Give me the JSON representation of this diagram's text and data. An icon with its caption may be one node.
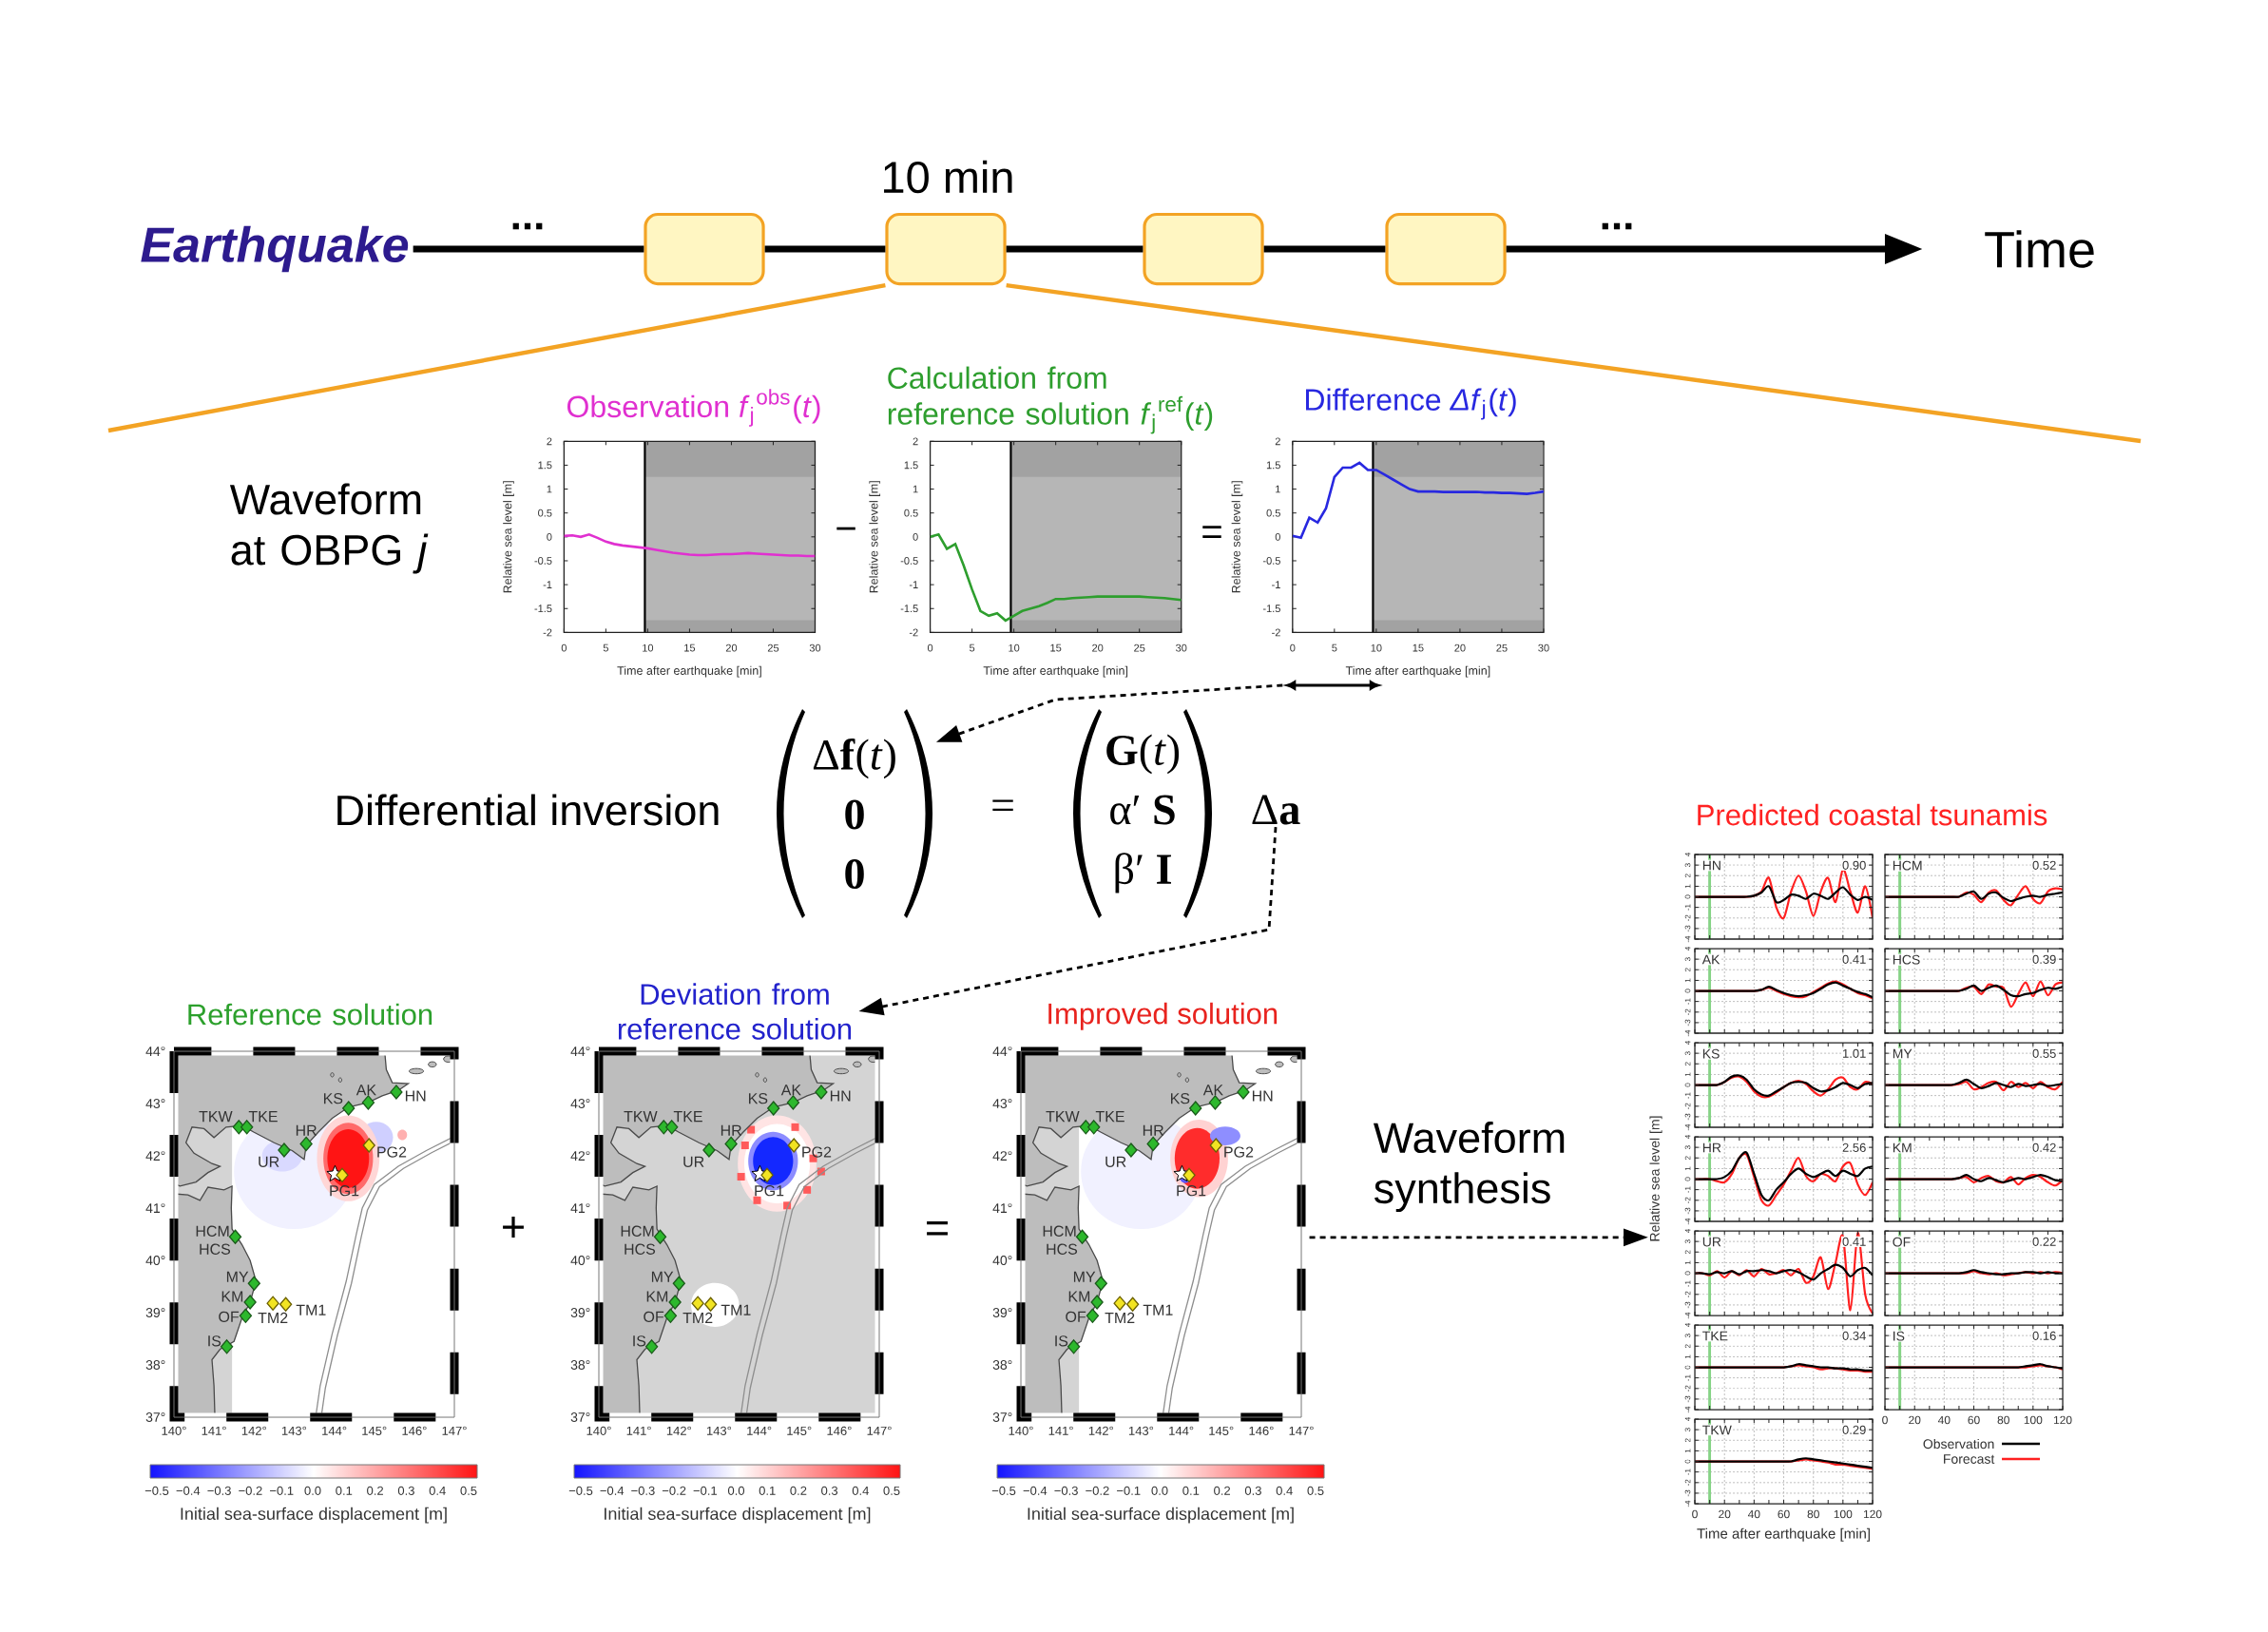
{
  "diagram": {
    "nodes": [
      {
        "text": [
          "Earthquake"
        ]
      },
      {
        "text": [],
        "shape": "box"
      },
      {
        "text": [],
        "shape": "box",
        "beside": [
          "10 min"
        ]
      },
      {
        "text": [],
        "shape": "box"
      },
      {
        "text": [],
        "shape": "box"
      },
      {
        "text": [
          "Time"
        ]
      },
      {
        "text": [],
        "shape": "arrow"
      },
      {
        "text": [
          "Δ**f**(*t*)",
          "0",
          "0"
        ]
      },
      {
        "text": [
          "**G**(*t*)",
          "α′ **S**",
          "β′ **I**"
        ]
      },
      {
        "text": [
          "Δ**a**"
        ]
      },
      {
        "text": [
          "Reference solution"
        ]
      },
      {
        "text": [
          "Deviation from reference solution"
        ]
      },
      {
        "text": [
          "Improved solution"
        ]
      },
      {
        "text": [
          "Predicted coastal tsunamis"
        ]
      }
    ],
    "edges": [
      {
        "from": 0,
        "to": 1,
        "arrow": "none"
      },
      {
        "from": 1,
        "to": 2,
        "arrow": "none"
      },
      {
        "from": 2,
        "to": 3,
        "arrow": "none"
      },
      {
        "from": 3,
        "to": 4,
        "arrow": "none"
      },
      {
        "from": 4,
        "to": 5,
        "arrow": "to"
      },
      {
        "from": 6,
        "to": 7,
        "arrow": "to",
        "style": "dashed"
      },
      {
        "from": 9,
        "to": 11,
        "arrow": "to",
        "style": "dashed"
      },
      {
        "from": 12,
        "to": 13,
        "arrow": "to",
        "style": "dashed",
        "label": "Waveform synthesis"
      },
      {
        "from": 2,
        "to": null,
        "arrow": "none",
        "color": "#f3a324"
      },
      {
        "from": 2,
        "to": null,
        "arrow": "none",
        "color": "#f3a324"
      }
    ],
    "labels": [
      "...",
      "...",
      "Waveform at OBPG *j*",
      "−",
      "=",
      "Differential inversion",
      "=",
      "44°",
      "43°",
      "42°",
      "41°",
      "40°",
      "39°",
      "38°",
      "37°",
      "HN",
      "AK",
      "KS",
      "TKW",
      "TKE",
      "HR",
      "UR",
      "PG2",
      "PG1",
      "HCM",
      "HCS",
      "MY",
      "KM",
      "TM1",
      "OF",
      "TM2",
      "IS",
      "140°",
      "141°",
      "142°",
      "143°",
      "144°",
      "145°",
      "146°",
      "147°",
      "−0.5",
      "−0.4",
      "−0.3",
      "−0.2",
      "−0.1",
      "0.0",
      "0.1",
      "0.2",
      "0.3",
      "0.4",
      "0.5",
      "Initial sea-surface displacement [m]",
      "+",
      "44°",
      "43°",
      "42°",
      "41°",
      "40°",
      "39°",
      "38°",
      "37°",
      "HN",
      "AK",
      "KS",
      "TKW",
      "TKE",
      "HR",
      "UR",
      "PG2",
      "PG1",
      "HCM",
      "HCS",
      "MY",
      "KM",
      "TM1",
      "OF",
      "TM2",
      "IS",
      "140°",
      "141°",
      "142°",
      "143°",
      "144°",
      "145°",
      "146°",
      "147°",
      "−0.5",
      "−0.4",
      "−0.3",
      "−0.2",
      "−0.1",
      "0.0",
      "0.1",
      "0.2",
      "0.3",
      "0.4",
      "0.5",
      "Initial sea-surface displacement [m]",
      "=",
      "44°",
      "43°",
      "42°",
      "41°",
      "40°",
      "39°",
      "38°",
      "37°",
      "HN",
      "AK",
      "KS",
      "TKW",
      "TKE",
      "HR",
      "UR",
      "PG2",
      "PG1",
      "HCM",
      "HCS",
      "MY",
      "KM",
      "TM1",
      "OF",
      "TM2",
      "IS",
      "140°",
      "141°",
      "142°",
      "143°",
      "144°",
      "145°",
      "146°",
      "147°",
      "−0.5",
      "−0.4",
      "−0.3",
      "−0.2",
      "−0.1",
      "0.0",
      "0.1",
      "0.2",
      "0.3",
      "0.4",
      "0.5",
      "Initial sea-surface displacement [m]",
      "Relative sea level [m]",
      "HN",
      "0.90",
      "HCM",
      "0.52",
      "AK",
      "0.41",
      "HCS",
      "0.39",
      "KS",
      "1.01",
      "MY",
      "0.55",
      "HR",
      "2.56",
      "KM",
      "0.42",
      "UR",
      "0.41",
      "OF",
      "0.22",
      "TKE",
      "0.34",
      "IS",
      "0.16",
      "TKW",
      "0.29",
      "-4",
      "-3",
      "-2",
      "-1",
      "0",
      "1",
      "2",
      "3",
      "4",
      "-4",
      "-3",
      "-2",
      "-1",
      "0",
      "1",
      "2",
      "3",
      "4",
      "-4",
      "-3",
      "-2",
      "-1",
      "0",
      "1",
      "2",
      "3",
      "4",
      "-4",
      "-3",
      "-2",
      "-1",
      "0",
      "1",
      "2",
      "3",
      "4",
      "-4",
      "-3",
      "-2",
      "-1",
      "0",
      "1",
      "2",
      "3",
      "4",
      "-4",
      "-3",
      "-2",
      "-1",
      "0",
      "1",
      "2",
      "3",
      "4",
      "-4",
      "-3",
      "-2",
      "-1",
      "0",
      "1",
      "2",
      "3",
      "4",
      "0",
      "20",
      "40",
      "60",
      "80",
      "100",
      "120",
      "0",
      "20",
      "40",
      "60",
      "80",
      "100",
      "120",
      "Time after earthquake [min]"
    ],
    "legend": [
      {
        "text": "Observation"
      },
      {
        "text": "Forecast"
      }
    ],
    "chart_data": [
      {
        "type": "line",
        "title": "Observation *f*$_{j}$$^{obs}$(*t*)",
        "xlabel": "Time after earthquake [min]",
        "ylabel": "Relative sea level [m]",
        "x": [
          0,
          1,
          2,
          3,
          4,
          5,
          6,
          7,
          8,
          9,
          10,
          11,
          12,
          13,
          14,
          15,
          16,
          17,
          18,
          19,
          20,
          21,
          22,
          23,
          24,
          25,
          26,
          27,
          28,
          29,
          30
        ],
        "series": [
          {
            "color": "#e030d0",
            "values": [
              0.02,
              0.03,
              0.0,
              0.05,
              -0.02,
              -0.1,
              -0.15,
              -0.18,
              -0.2,
              -0.22,
              -0.24,
              -0.27,
              -0.3,
              -0.33,
              -0.35,
              -0.37,
              -0.38,
              -0.38,
              -0.37,
              -0.36,
              -0.36,
              -0.35,
              -0.34,
              -0.35,
              -0.36,
              -0.37,
              -0.38,
              -0.39,
              -0.39,
              -0.4,
              -0.4
            ]
          }
        ],
        "xlim": [
          0,
          30
        ],
        "ylim": [
          -2,
          2
        ],
        "xticks": [
          0,
          5,
          10,
          15,
          20,
          25,
          30
        ],
        "yticks": [
          -2,
          -1.5,
          -1,
          -0.5,
          0,
          0.5,
          1,
          1.5,
          2
        ]
      },
      {
        "type": "line",
        "title": "Calculation from reference solution *f*$_{j}$$^{ref}$(*t*)",
        "xlabel": "Time after earthquake [min]",
        "ylabel": "Relative sea level [m]",
        "x": [
          0,
          1,
          2,
          3,
          4,
          5,
          6,
          7,
          8,
          9,
          10,
          11,
          12,
          13,
          14,
          15,
          16,
          17,
          18,
          19,
          20,
          21,
          22,
          23,
          24,
          25,
          26,
          27,
          28,
          29,
          30
        ],
        "series": [
          {
            "color": "#2e9e2e",
            "values": [
              0,
              0.05,
              -0.25,
              -0.15,
              -0.6,
              -1.1,
              -1.55,
              -1.65,
              -1.6,
              -1.75,
              -1.65,
              -1.55,
              -1.5,
              -1.45,
              -1.38,
              -1.3,
              -1.3,
              -1.28,
              -1.27,
              -1.26,
              -1.25,
              -1.25,
              -1.25,
              -1.25,
              -1.25,
              -1.25,
              -1.26,
              -1.27,
              -1.28,
              -1.3,
              -1.32
            ]
          }
        ],
        "xlim": [
          0,
          30
        ],
        "ylim": [
          -2,
          2
        ],
        "xticks": [
          0,
          5,
          10,
          15,
          20,
          25,
          30
        ],
        "yticks": [
          -2,
          -1.5,
          -1,
          -0.5,
          0,
          0.5,
          1,
          1.5,
          2
        ]
      },
      {
        "type": "line",
        "title": "Difference *Δf*$_{j}$(*t*)",
        "xlabel": "Time after earthquake [min]",
        "ylabel": "Relative sea level [m]",
        "x": [
          0,
          1,
          2,
          3,
          4,
          5,
          6,
          7,
          8,
          9,
          10,
          11,
          12,
          13,
          14,
          15,
          16,
          17,
          18,
          19,
          20,
          21,
          22,
          23,
          24,
          25,
          26,
          27,
          28,
          29,
          30
        ],
        "series": [
          {
            "color": "#2828e0",
            "values": [
              0.02,
              -0.02,
              0.4,
              0.3,
              0.6,
              1.25,
              1.45,
              1.45,
              1.55,
              1.4,
              1.4,
              1.3,
              1.2,
              1.1,
              1.0,
              0.95,
              0.95,
              0.95,
              0.94,
              0.94,
              0.94,
              0.94,
              0.94,
              0.93,
              0.93,
              0.92,
              0.92,
              0.91,
              0.9,
              0.92,
              0.95
            ]
          }
        ],
        "xlim": [
          0,
          30
        ],
        "ylim": [
          -2,
          2
        ],
        "xticks": [
          0,
          5,
          10,
          15,
          20,
          25,
          30
        ],
        "yticks": [
          -2,
          -1.5,
          -1,
          -0.5,
          0,
          0.5,
          1,
          1.5,
          2
        ]
      }
    ]
  }
}
